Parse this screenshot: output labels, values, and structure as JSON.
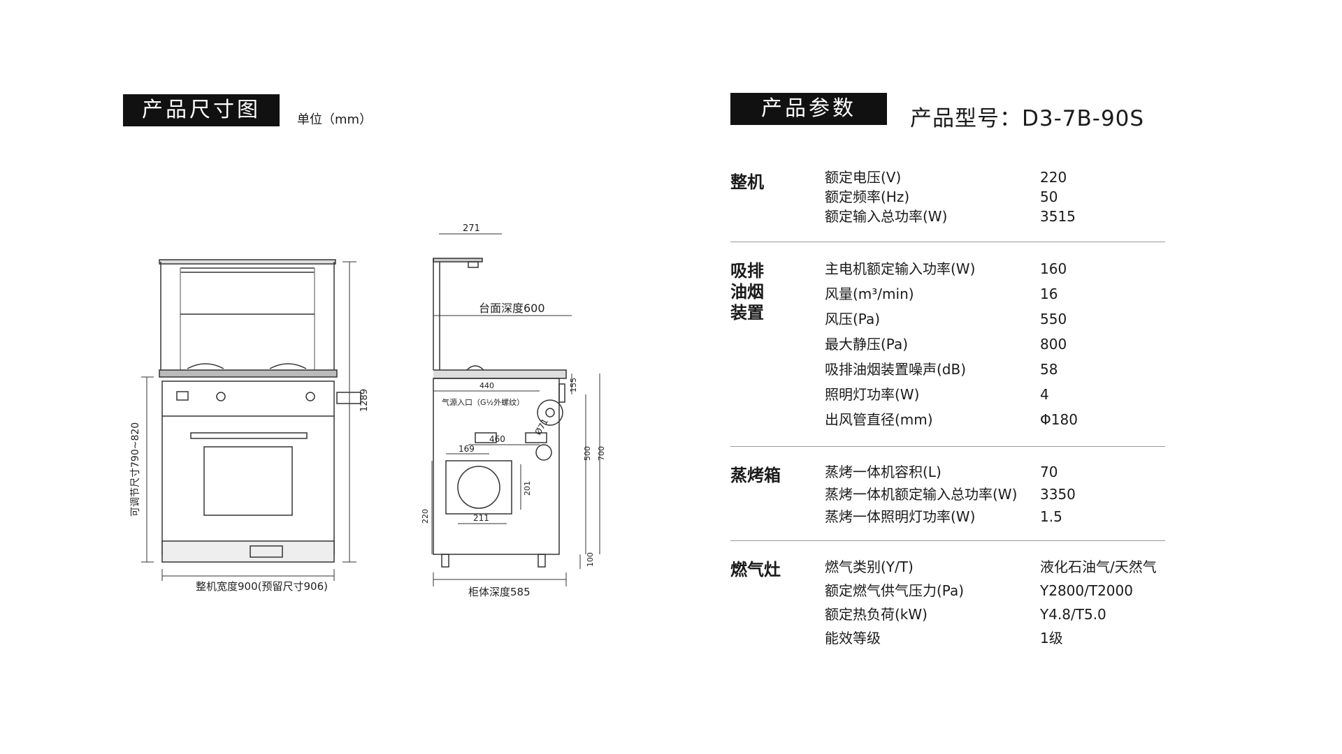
{
  "dimensions_header": {
    "title": "产品尺寸图",
    "unit": "单位（mm）"
  },
  "params_header": {
    "title": "产品参数",
    "model": "产品型号：D3-7B-90S"
  },
  "drawing": {
    "front": {
      "height_label": "1289",
      "adjust_label": "可调节尺寸790~820",
      "width_label": "整机宽度900(预留尺寸906)"
    },
    "side": {
      "top_width": "271",
      "counter_depth": "台面深度600",
      "d440": "440",
      "gas_inlet": "气源入口（G½外螺纹）",
      "d155": "155",
      "d71": "Ø71",
      "d460": "460",
      "d169": "169",
      "d500": "500",
      "d700": "700",
      "d201": "201",
      "d220": "220",
      "d211": "211",
      "d100": "100",
      "cabinet_depth": "柜体深度585"
    }
  },
  "sections": [
    {
      "title": "整机",
      "rows": [
        {
          "k": "额定电压(V)",
          "v": "220"
        },
        {
          "k": "额定频率(Hz)",
          "v": "50"
        },
        {
          "k": "额定输入总功率(W)",
          "v": "3515"
        }
      ]
    },
    {
      "title": "吸排\n油烟\n装置",
      "rows": [
        {
          "k": "主电机额定输入功率(W)",
          "v": "160"
        },
        {
          "k": "风量(m³/min)",
          "v": "16"
        },
        {
          "k": "风压(Pa)",
          "v": "550"
        },
        {
          "k": "最大静压(Pa)",
          "v": "800"
        },
        {
          "k": "吸排油烟装置噪声(dB)",
          "v": "58"
        },
        {
          "k": "照明灯功率(W)",
          "v": "4"
        },
        {
          "k": "出风管直径(mm)",
          "v": "Φ180"
        }
      ]
    },
    {
      "title": "蒸烤箱",
      "rows": [
        {
          "k": "蒸烤一体机容积(L)",
          "v": "70"
        },
        {
          "k": "蒸烤一体机额定输入总功率(W)",
          "v": "3350"
        },
        {
          "k": "蒸烤一体照明灯功率(W)",
          "v": "1.5"
        }
      ]
    },
    {
      "title": "燃气灶",
      "rows": [
        {
          "k": "燃气类别(Y/T)",
          "v": "液化石油气/天然气"
        },
        {
          "k": "额定燃气供气压力(Pa)",
          "v": "Y2800/T2000"
        },
        {
          "k": "额定热负荷(kW)",
          "v": "Y4.8/T5.0"
        },
        {
          "k": "能效等级",
          "v": "1级"
        }
      ]
    }
  ]
}
